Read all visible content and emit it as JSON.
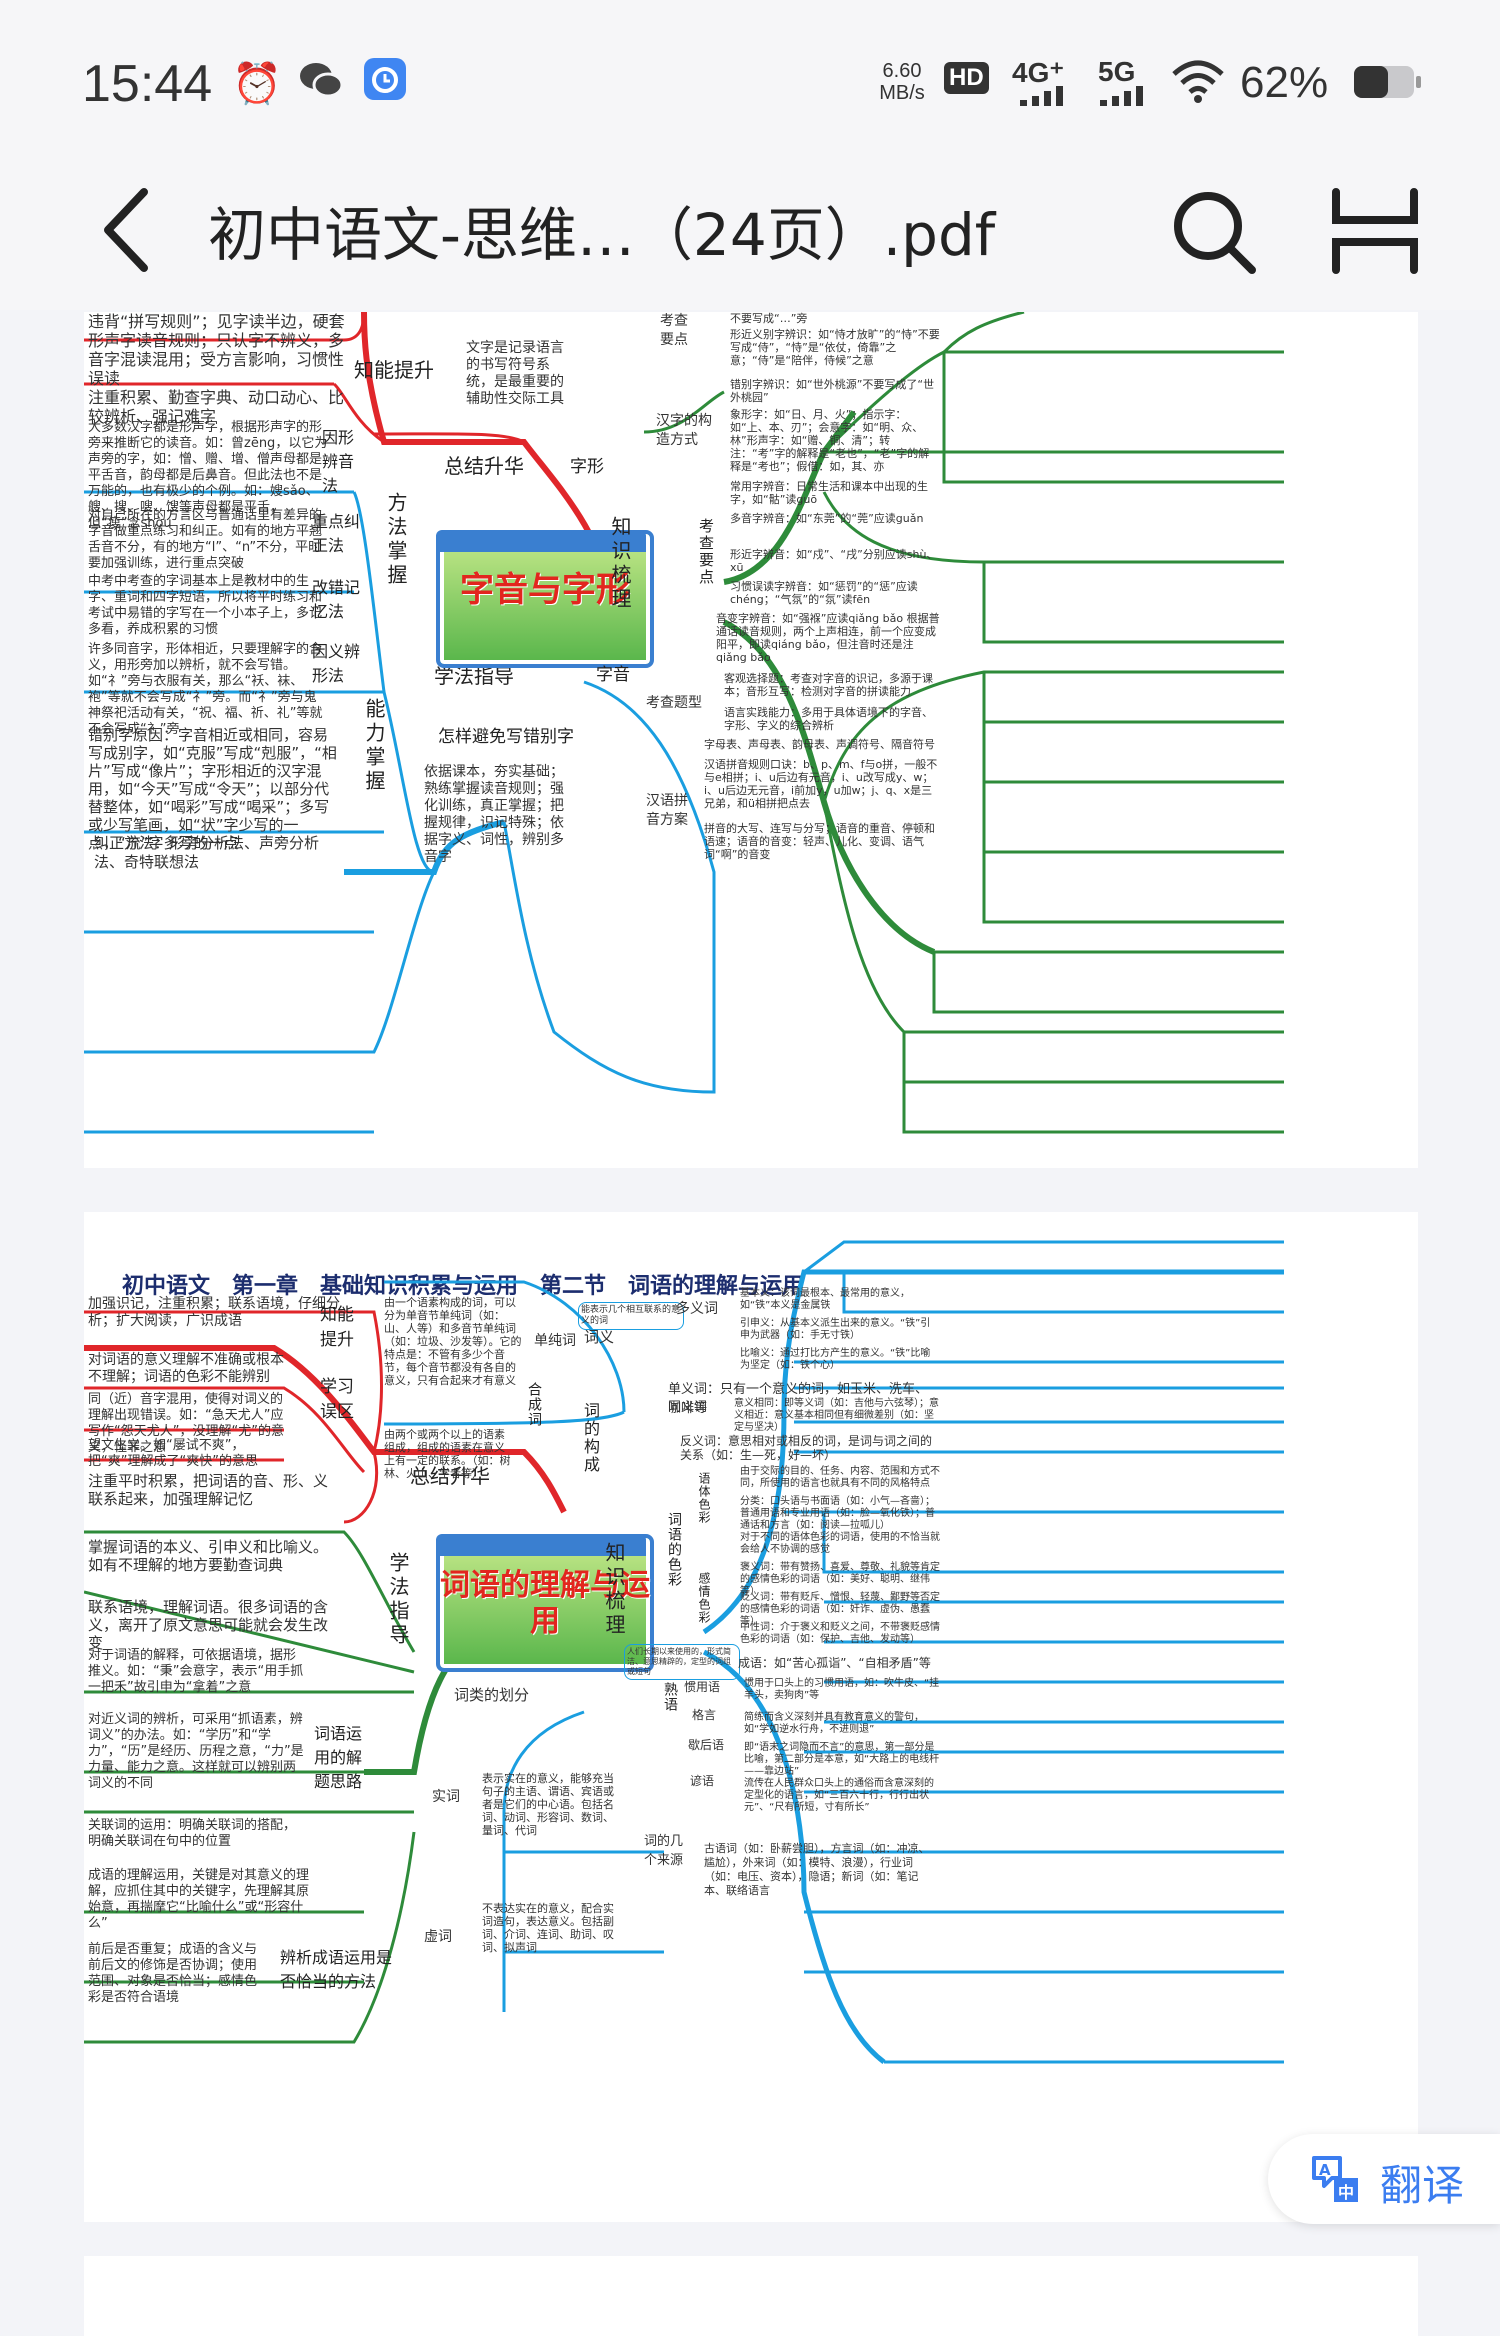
{
  "status_bar": {
    "time": "15:44",
    "net_speed_top": "6.60",
    "net_speed_bottom": "MB/s",
    "hd": "HD",
    "sig1": "4G⁺",
    "sig2": "5G",
    "battery": "62%"
  },
  "header": {
    "title": "初中语文-思维…（24页）.pdf"
  },
  "page1": {
    "center": "字音与字形",
    "branches": {
      "zongjie": "总结升华",
      "zhineng": "知能提升",
      "fangfa": "方法掌握",
      "xuefa": "学法指导",
      "nengli": "能力掌握",
      "zhishi": "知识梳理",
      "zixing": "字形",
      "ziyin": "字音",
      "kaocha1": "考查要点",
      "kaocha2": "考查要点",
      "tixing": "考查题型",
      "hanyu": "汉语拼音方案",
      "gouzao": "汉字的构造方式",
      "yinxing": "因形辨音法",
      "zhongdian": "重点纠正法",
      "gaicuo": "改错记忆法",
      "yinyi": "因义辨形法",
      "zenyang": "怎样避免写错别字"
    },
    "texts": {
      "t1": "违背“拼写规则”；见字读半边，硬套形声字读音规则；只认字不辨义，多音字混读混用；受方言影响，习惯性误读",
      "t2": "注重积累、勤查字典、动口动心、比较辨析、强记难字",
      "t3": "大多数汉字都是形声字，根据形声字的形旁来推断它的读音。如：曾zēng，以它为声旁的字，如：憎、赠、增、僧声母都是平舌音，韵母都是后鼻音。但此法也不是万能的，也有极少的个例。如：嫂sǎo、艘、搜、嗖、馊等声母都是平舌，但“瘦”念shòu",
      "t4": "对自己所在的方言区与普通话里有差异的字音做重点练习和纠正。如有的地方平翘舌音不分，有的地方“l”、“n”不分，平时要加强训练，进行重点突破",
      "t5": "中考中考查的字词基本上是教材中的生字、重词和四字短语，所以将平时练习和考试中易错的字写在一个小本子上，多记多看，养成积累的习惯",
      "t6": "许多同音字，形体相近，只要理解字的含义，用形旁加以辨析，就不会写错。如“礻”旁与衣服有关，那么“袄、袜、袍”等就不会写成“礻”旁。而“礻”旁与鬼神祭祀活动有关，“祝、福、祈、礼”等就不会写成“衤”旁",
      "t7": "错别字原因：字音相近或相同，容易写成别字，如“克服”写成“剋服”，“相片”写成“像片”；字形相近的汉字混用，如“今天”写成“令天”；以部分代替整体，如“喝彩”写成“喝采”；多写或少写笔画，如“状”字少写的一点，“流”字多写的一点",
      "t8": "纠正方法：形旁分析法、声旁分析法、奇特联想法",
      "t9": "文字是记录语言的书写符号系统，是最重要的辅助性交际工具",
      "t10": "依据课本，夯实基础；熟练掌握读音规则；强化训练，真正掌握；把握规律，识记特殊；依据字义、词性，辨别多音字",
      "r1": "形近义别字辨识：如“恃才放旷”的“恃”不要写成“侍”，“恃”是“依仗，倚靠”之意；“侍”是“陪伴，侍候”之意",
      "r2": "错别字辨识：如“世外桃源”不要写成了“世外桃园”",
      "r3": "象形字：如“日、月、火”；指示字：如“上、本、刃”；会意字：如“明、众、林”形声字：如“赠、铜、清”；转注：“考”字的解释是“老也”，“老”字的解释是“考也”；假借：如，其、亦",
      "r4": "常用字辨音：日常生活和课本中出现的生字，如“骷”读guō",
      "r5": "多音字辨音：如“东莞”的“莞”应读guǎn",
      "r6": "形近字辨音：如“戍”、“戌”分别应读shù、xū",
      "r7": "习惯误读字辨音：如“惩罚”的“惩”应读chéng；“气氛”的“氛”读fēn",
      "r8": "音变字辨音：如“强褓”应读qiǎng bǎo 根据普通话读音规则，两个上声相连，前一个应变成阳平，即读qiáng bǎo，但注音时还是注qiǎng bǎo",
      "r9": "客观选择题：考查对字音的识记，多源于课本；音形互写：检测对字音的拼读能力",
      "r10": "语言实践能力：多用于具体语境下的字音、字形、字义的综合辨析",
      "r11": "字母表、声母表、韵母表、声调符号、隔音符号",
      "r12": "汉语拼音规则口诀：b、p、m、f与o拼，一般不与e相拼；i、u后边有元音，i、u改写成y、w；i、u后边无元音，i前加y，u加w；j、q、x是三兄弟，和ü相拼把点去",
      "r13": "拼音的大写、连写与分写；语音的重音、停顿和语速；语音的音变：轻声、儿化、变调、语气词“啊”的音变",
      "r0": "不要写成“…”旁"
    }
  },
  "page2": {
    "title": "初中语文　第一章　基础知识积累与运用　第二节　词语的理解与运用",
    "center": "词语的理解与运用",
    "branches": {
      "zongjie": "总结升华",
      "zhineng": "知能提升",
      "xuexi": "学习误区",
      "xuefa": "学法指导",
      "zhishi": "知识梳理",
      "goucheng": "词的构成",
      "ciyi": "词义",
      "secai": "词语的色彩",
      "shuyu": "熟语",
      "laiyuan": "词的几个来源",
      "huafen": "词类的划分",
      "danchun": "单纯词",
      "hecheng": "合成词",
      "duoyi": "多义词",
      "tongyi": "同义词",
      "yuti": "语体色彩",
      "ganqing": "感情色彩",
      "guanyong": "惯用语",
      "geyan": "格言",
      "xiehou": "歇后语",
      "yanyu": "谚语",
      "shici": "实词",
      "xuci": "虚词",
      "ciyu": "词语运用的解题思路",
      "bianxi": "辨析成语运用是否恰当的方法"
    },
    "texts": {
      "a1": "加强识记，注重积累；联系语境，仔细分析；扩大阅读，广识成语",
      "a2": "对词语的意义理解不准确或根本不理解；词语的色彩不能辨别",
      "a3": "同（近）音字混用，使得对词义的理解出现错误。如：“急天尤人”应写作“怨天尤人”，没理解“尤”的意义，怪罪之意",
      "a4": "望文生义。如“屡试不爽”，把“爽”理解成了“爽快”的意思",
      "a5": "注重平时积累，把词语的音、形、义联系起来，加强理解记忆",
      "a6": "掌握词语的本义、引申义和比喻义。如有不理解的地方要勤查词典",
      "a7": "联系语境，理解词语。很多词语的含义，离开了原文意思可能就会发生改变",
      "a8": "对于词语的解释，可依据语境，据形推义。如：“秉”会意字，表示“用手抓一把禾”故引申为“拿着”之意",
      "a9": "对近义词的辨析，可采用“抓语素，辨词义”的办法。如：“学历”和“学力”，“历”是经历、历程之意，“力”是力量、能力之意。这样就可以辨别两词义的不同",
      "a10": "关联词的运用：明确关联词的搭配，明确关联词在句中的位置",
      "a11": "成语的理解运用，关键是对其意义的理解，应抓住其中的关键字，先理解其原始意，再揣摩它“比喻什么”或“形容什么”",
      "a12": "前后是否重复；成语的含义与前后文的修饰是否协调；使用范围、对象是否恰当；感情色彩是否符合语境",
      "b1": "由一个语素构成的词，可以分为单音节单纯词（如：山、人等）和多音节单纯词（如：垃圾、沙发等）。它的特点是：不管有多少个音节，每个音节都没有各自的意义，只有合起来才有意义",
      "b2": "由两个或两个以上的语素组成，组成的语素在意义上有一定的联系。（如：树林、火山、学者等）",
      "b3": "表示实在的意义，能够充当句子的主语、谓语、宾语或者是它们的中心语。包括名词、动词、形容词、数词、量词、代词",
      "b4": "不表达实在的意义，配合实词造句，表达意义。包括副词、介词、连词、助词、叹词、拟声词",
      "c1": "基本义：该词最根本、最常用的意义，如“铁”本义是金属铁",
      "c2": "引申义：从基本义派生出来的意义。“铁”引申为武器（如：手无寸铁）",
      "c3": "比喻义：通过打比方产生的意义。“铁”比喻为坚定（如：铁个心）",
      "c4": "单义词：只有一个意义的词，如玉米、洗车、咖啡等",
      "c5": "意义相同：即等义词（如：吉他与六弦琴）；意义相近：意义基本相同但有细微差别（如：坚定与坚决）",
      "c6": "反义词：意思相对或相反的词，是词与词之间的关系（如：生—死，好—坏）",
      "c7": "由于交际的目的、任务、内容、范围和方式不同，所使用的语言也就具有不同的风格特点",
      "c8": "分类：口头语与书面语（如：小气—吝啬）；普通用语和专业用语（如：脸—氧化铁）；普通话和方言（如：阅读—拉呱儿）",
      "c9": "对于不同的语体色彩的词语，使用的不恰当就会给人不协调的感觉",
      "c10": "褒义词：带有赞扬、喜爱、尊敬、礼貌等肯定的感情色彩的词语（如：美好、聪明、继伟等）",
      "c11": "贬义词：带有贬斥、憎恨、轻蔑、鄙野等否定的感情色彩的词语（如：奸诈、虚伪、愚蠢等）",
      "c12": "中性词：介于褒义和贬义之间，不带褒贬感情色彩的词语（如：保护、吉他、发动等）",
      "c13": "成语：如“苦心孤诣”、“自相矛盾”等",
      "c14": "惯用于口头上的习惯用语，如：吹牛皮、“挂羊头，卖狗肉”等",
      "c15": "简练而含义深刻并具有教育意义的警句，如“学如逆水行舟，不进则退”",
      "c16": "即“语末之词隐而不言”的意思，第一部分是比喻，第二部分是本意，如“大路上的电线杆——靠边站”",
      "c17": "流传在人民群众口头上的通俗而含意深刻的定型化的语言，如“三百六十行，行行出状元”、“尺有所短，寸有所长”",
      "c18": "古语词（如：卧薪尝胆），方言词（如：冲凉、尴尬），外来词（如：模特、浪漫），行业词（如：电压、资本），隐语；新词（如：笔记本、联络语言",
      "c19": "能表示几个相互联系的意义的词",
      "c20": "人们长期以来使用的，形式简洁、意思精辟的，定型的词组或短句"
    }
  },
  "translate_label": "翻译",
  "colors": {
    "red": "#e0262a",
    "blue": "#1a9ee0",
    "green": "#2e8b3a",
    "accent": "#3b7df0"
  }
}
